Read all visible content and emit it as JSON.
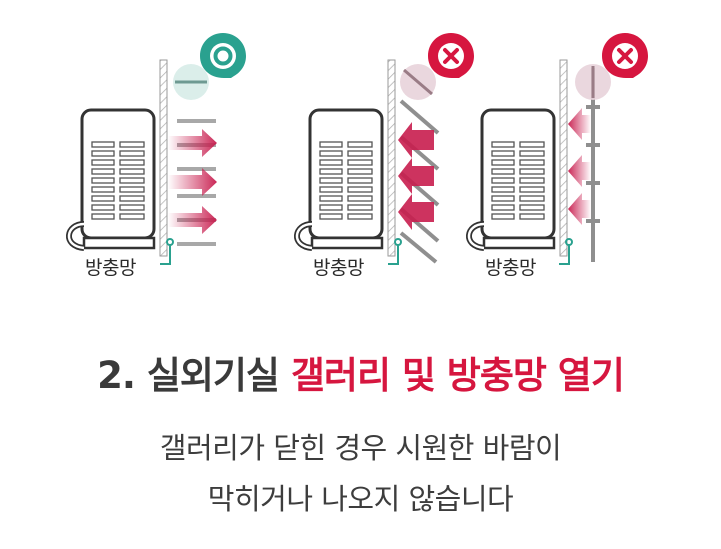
{
  "panels": [
    {
      "label": "방충망",
      "status": "ok",
      "status_icon": "circle-ok-icon",
      "status_color": "#2aa18f"
    },
    {
      "label": "방충망",
      "status": "bad",
      "status_icon": "x-mark-icon",
      "status_color": "#d6163f"
    },
    {
      "label": "방충망",
      "status": "bad",
      "status_icon": "x-mark-icon",
      "status_color": "#d6163f"
    }
  ],
  "heading": {
    "number": "2.",
    "dark_text": "실외기실",
    "accent_text": "갤러리 및 방충망 열기"
  },
  "description": {
    "line1": "갤러리가 닫힌 경우 시원한 바람이",
    "line2": "막히거나 나오지 않습니다"
  },
  "colors": {
    "accent": "#d6163f",
    "ok": "#2aa18f",
    "airflow": "#c81d4e",
    "unit_outline": "#333333"
  }
}
